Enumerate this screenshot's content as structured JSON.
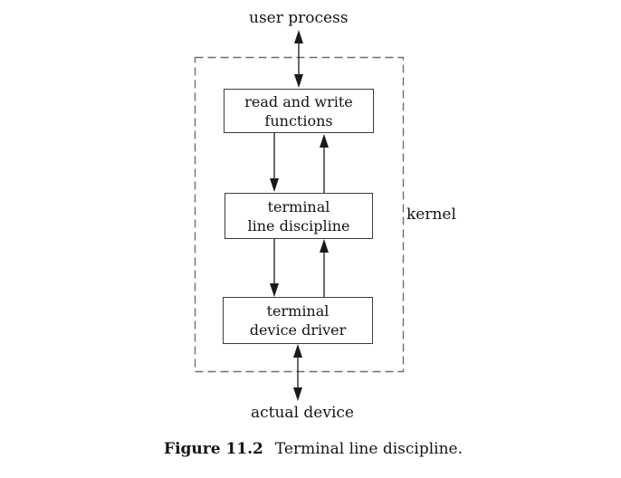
{
  "diagram": {
    "top_label": "user process",
    "kernel_label": "kernel",
    "boxes": [
      {
        "id": "read-write-functions",
        "line1": "read and write",
        "line2": "functions"
      },
      {
        "id": "terminal-line-discipline",
        "line1": "terminal",
        "line2": "line discipline"
      },
      {
        "id": "terminal-device-driver",
        "line1": "terminal",
        "line2": "device driver"
      }
    ],
    "bottom_label": "actual device",
    "arrows": [
      "user-process <-> read-write-functions (bidirectional)",
      "read-write-functions -> terminal-line-discipline (down)",
      "terminal-line-discipline -> read-write-functions (up)",
      "terminal-line-discipline -> terminal-device-driver (down)",
      "terminal-device-driver -> terminal-line-discipline (up)",
      "terminal-device-driver <-> actual-device (bidirectional)"
    ]
  },
  "caption": {
    "figure_number": "Figure 11.2",
    "text": "Terminal line discipline."
  },
  "colors": {
    "ink": "#1a1a1a",
    "box_border": "#3c3c3c",
    "dashed_border": "#6e6e6e",
    "background": "#ffffff"
  }
}
